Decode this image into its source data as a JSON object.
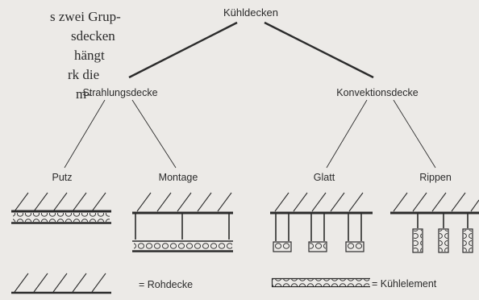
{
  "page_text": {
    "line1": "s zwei Grup-",
    "line2": "sdecken",
    "line3": "hängt",
    "line4": "rk die",
    "line5": "m-"
  },
  "tree": {
    "root": "Kühldecken",
    "left": "Strahlungsdecke",
    "right": "Konvektionsdecke",
    "leaf1": "Putz",
    "leaf2": "Montage",
    "leaf3": "Glatt",
    "leaf4": "Rippen"
  },
  "legend": {
    "rohdecke": "= Rohdecke",
    "kuehlelement": "= Kühlelement"
  },
  "colors": {
    "background": "#eceae7",
    "ink": "#2b2b2b"
  }
}
